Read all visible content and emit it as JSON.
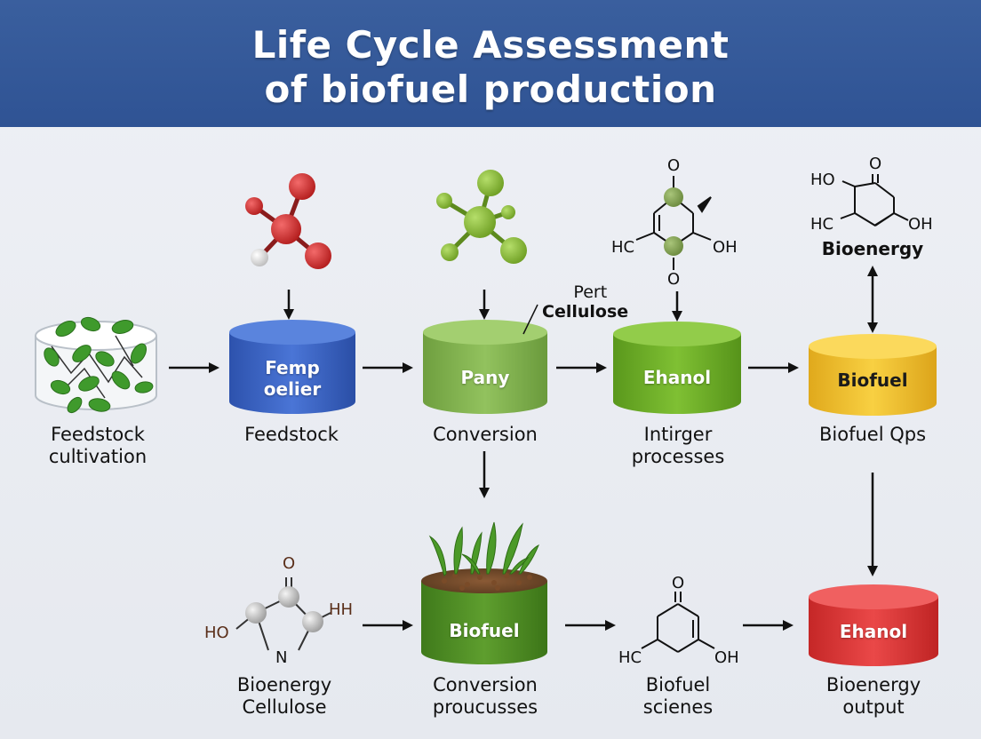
{
  "header": {
    "title_line1": "Life Cycle Assessment",
    "title_line2": "of biofuel production"
  },
  "colors": {
    "header": "#3a5f9e",
    "blue": "#3b63c4",
    "green_light": "#82b24f",
    "green_bright": "#6aab26",
    "green_dark": "#4c8a22",
    "yellow": "#f2c12e",
    "red": "#dd3434",
    "atom_red": "#d42a2a",
    "atom_green": "#8cbd3a"
  },
  "stages": {
    "feedstock_cultivation": {
      "label_line1": "Feedstock",
      "label_line2": "cultivation"
    },
    "feedstock": {
      "tank_line1": "Femp",
      "tank_line2": "oelier",
      "label": "Feedstock"
    },
    "conversion": {
      "tank": "Pany",
      "label": "Conversion",
      "annotation_line1": "Pert",
      "annotation_line2": "Cellulose"
    },
    "ethanol_top": {
      "tank": "Ehanol",
      "label_line1": "Intirger",
      "label_line2": "processes"
    },
    "biofuel_top": {
      "tank": "Biofuel",
      "label": "Biofuel Qps"
    },
    "bioenergy_top": {
      "label": "Bioenergy"
    },
    "bioenergy_cellulose": {
      "label_line1": "Bioenergy",
      "label_line2": "Cellulose"
    },
    "biofuel_bottom": {
      "tank": "Biofuel",
      "label_line1": "Conversion",
      "label_line2": "proucusses"
    },
    "biofuel_scienes": {
      "label_line1": "Biofuel",
      "label_line2": "scienes"
    },
    "ethanol_bottom": {
      "tank": "Ehanol",
      "label_line1": "Bioenergy",
      "label_line2": "output"
    }
  },
  "chem": {
    "mol3": {
      "o_top": "O",
      "hc": "HC",
      "oh": "OH",
      "o_bottom": "O"
    },
    "mol4": {
      "ho": "HO",
      "o_top": "O",
      "hc": "HC",
      "oh": "OH"
    },
    "mol5": {
      "o_top": "O",
      "hh": "HH",
      "ho": "HO",
      "n": "N"
    },
    "mol6": {
      "o_top": "O",
      "hc": "HC",
      "oh": "OH"
    }
  }
}
